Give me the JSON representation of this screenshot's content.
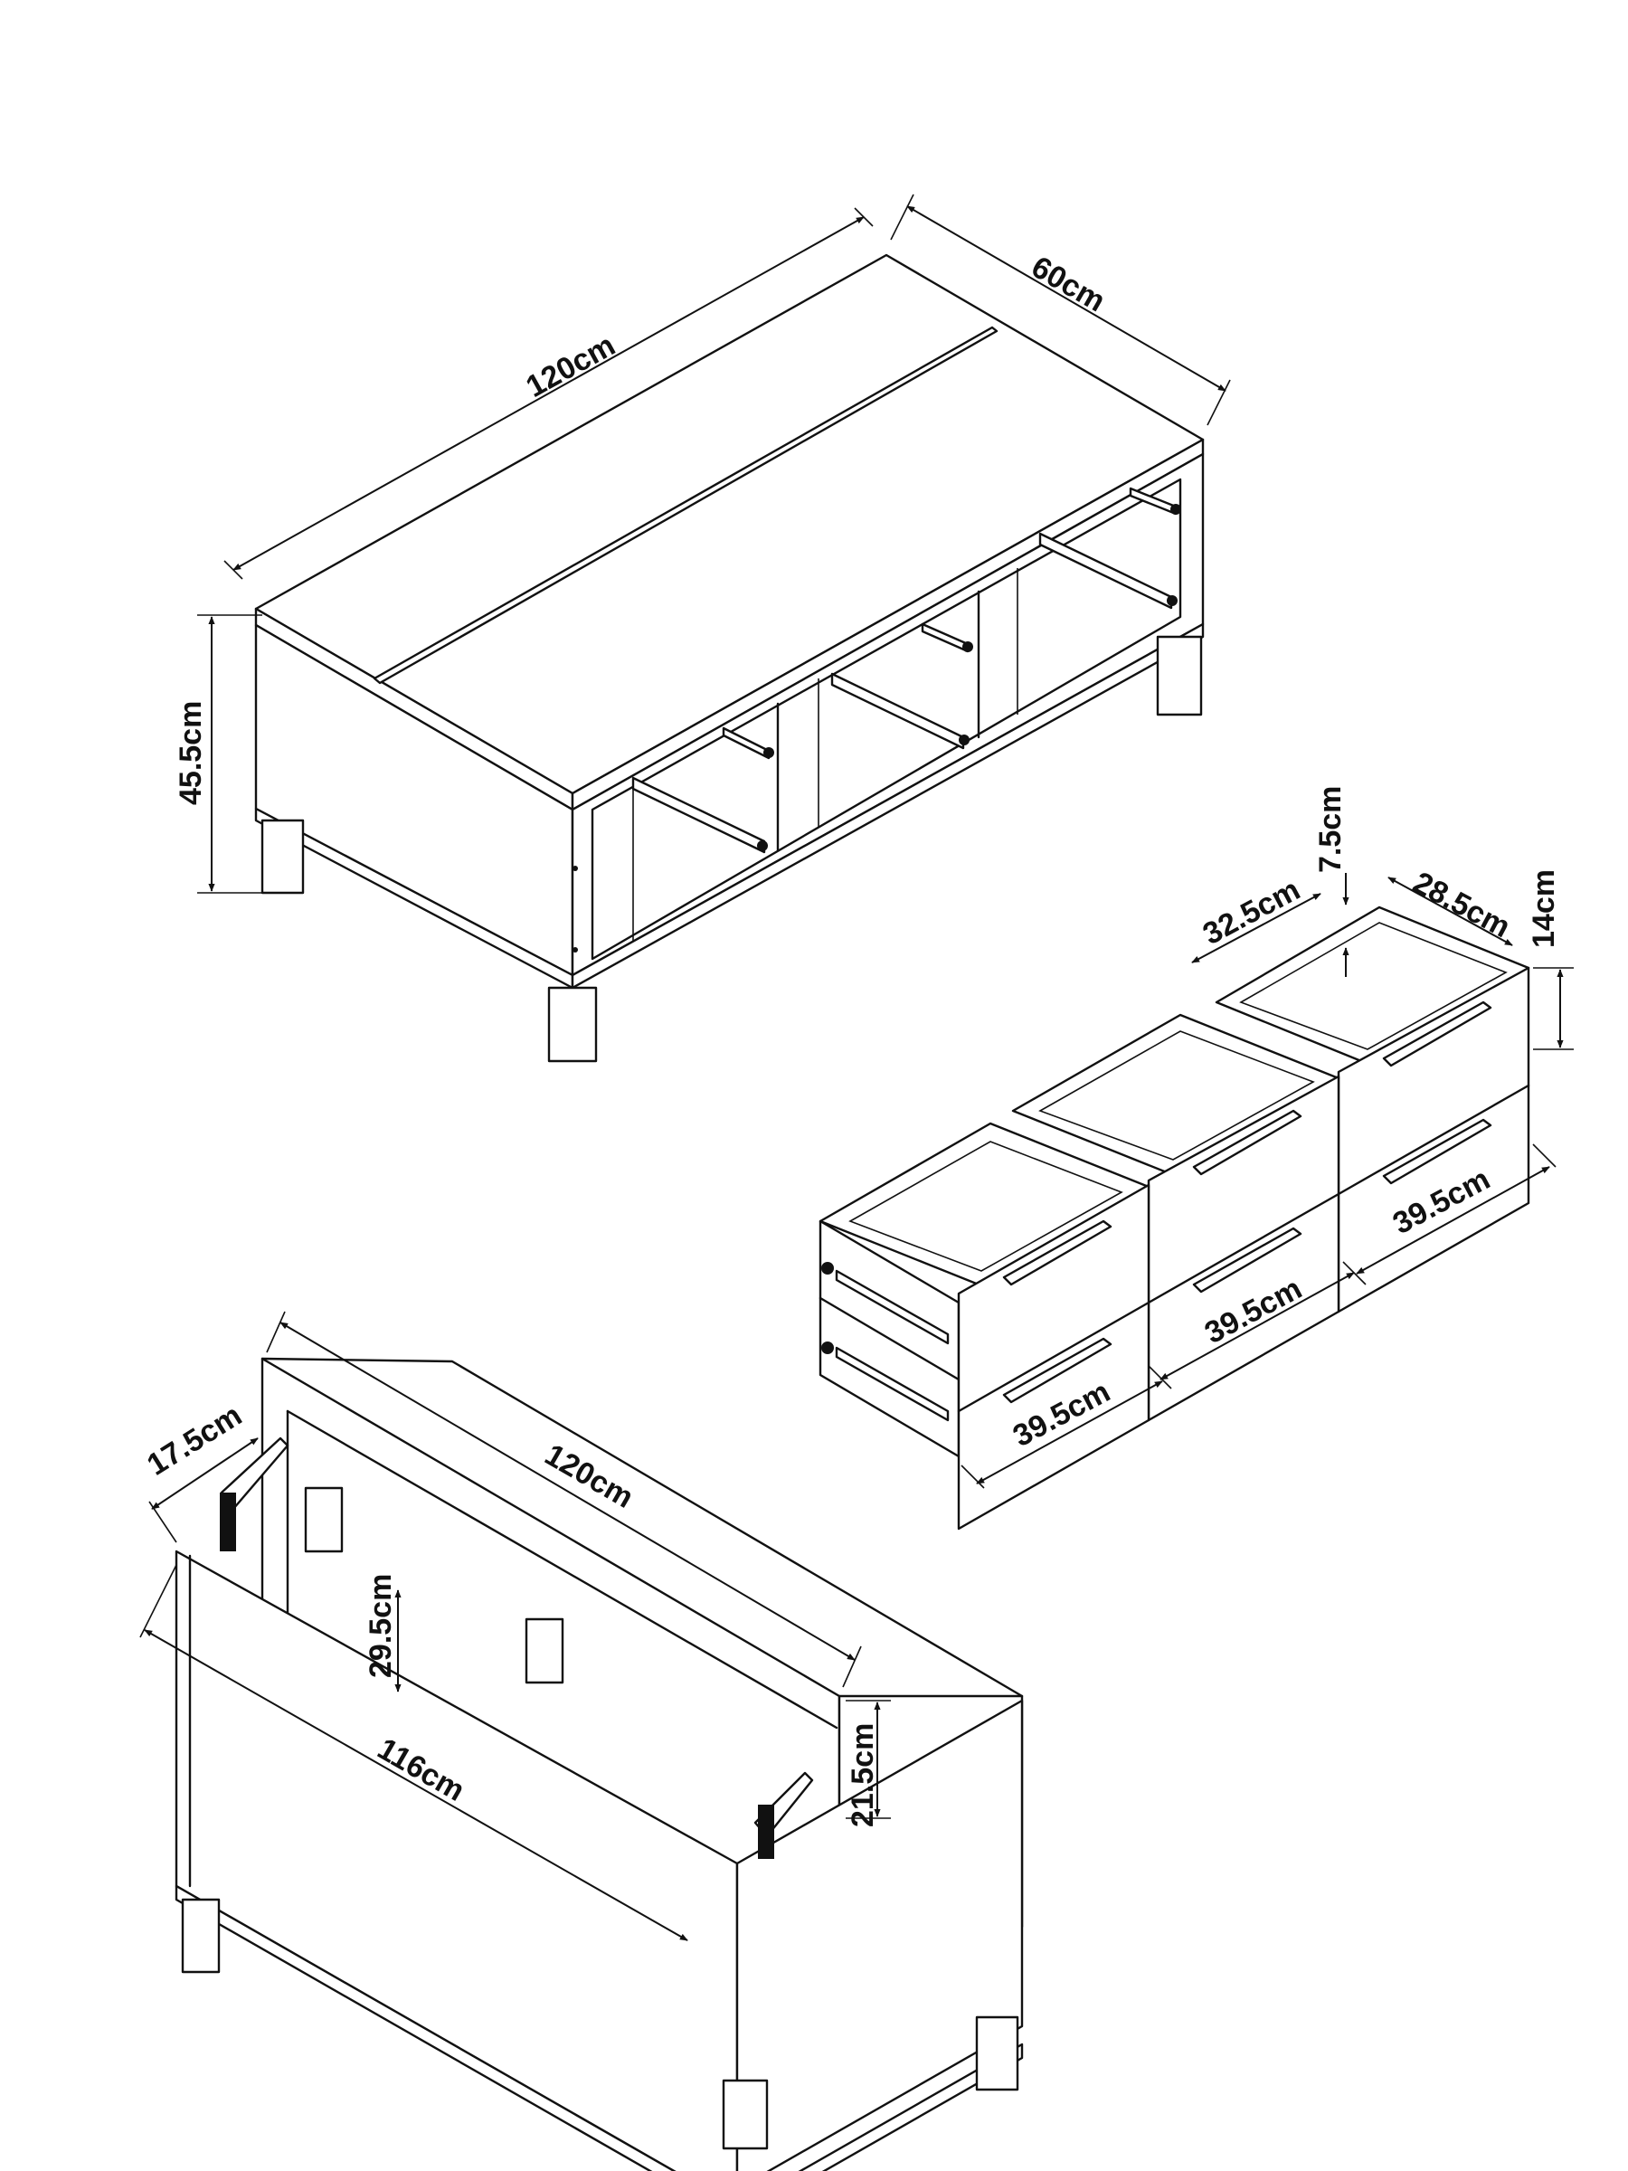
{
  "colors": {
    "line": "#111111",
    "background": "#ffffff"
  },
  "top_view": {
    "length": "120cm",
    "depth": "60cm",
    "height": "45.5cm"
  },
  "drawers": {
    "front_width": "32.5cm",
    "inner_depth_gap": "7.5cm",
    "depth": "28.5cm",
    "height": "14cm",
    "width_right": "39.5cm",
    "width_middle": "39.5cm",
    "width_left": "39.5cm"
  },
  "lift_top_view": {
    "lid_length": "120cm",
    "hinge_offset": "17.5cm",
    "lid_height": "29.5cm",
    "inner_length": "116cm",
    "inner_height": "21.5cm"
  }
}
